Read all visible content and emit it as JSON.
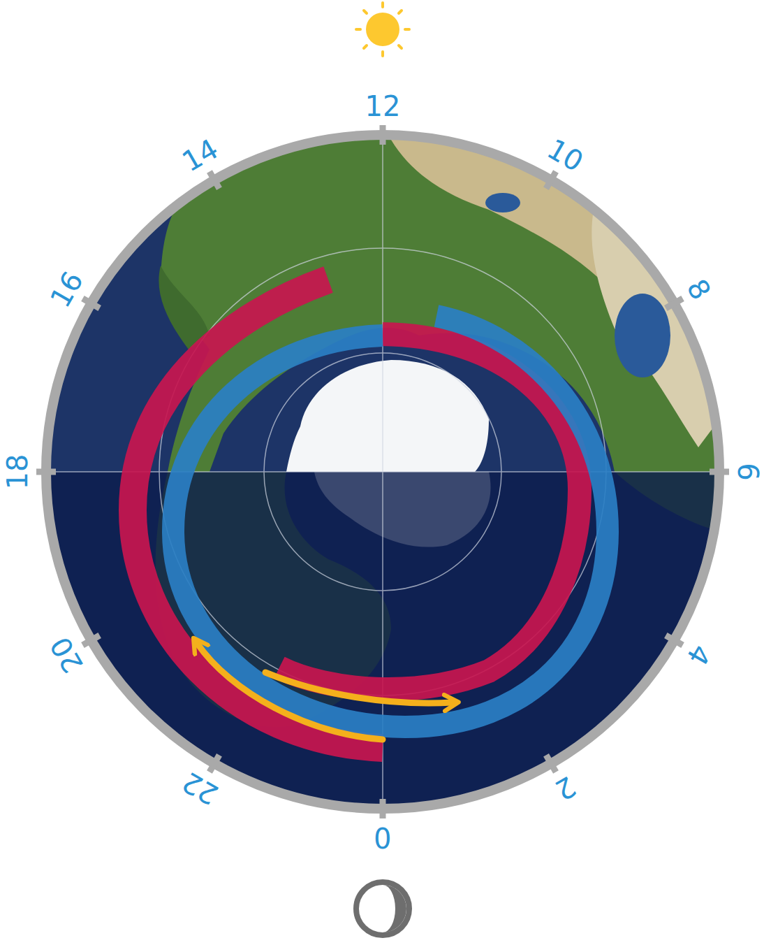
{
  "diagram": {
    "labels": [
      "12",
      "14",
      "10",
      "16",
      "8",
      "18",
      "6",
      "20",
      "4",
      "22",
      "2",
      "0"
    ]
  }
}
